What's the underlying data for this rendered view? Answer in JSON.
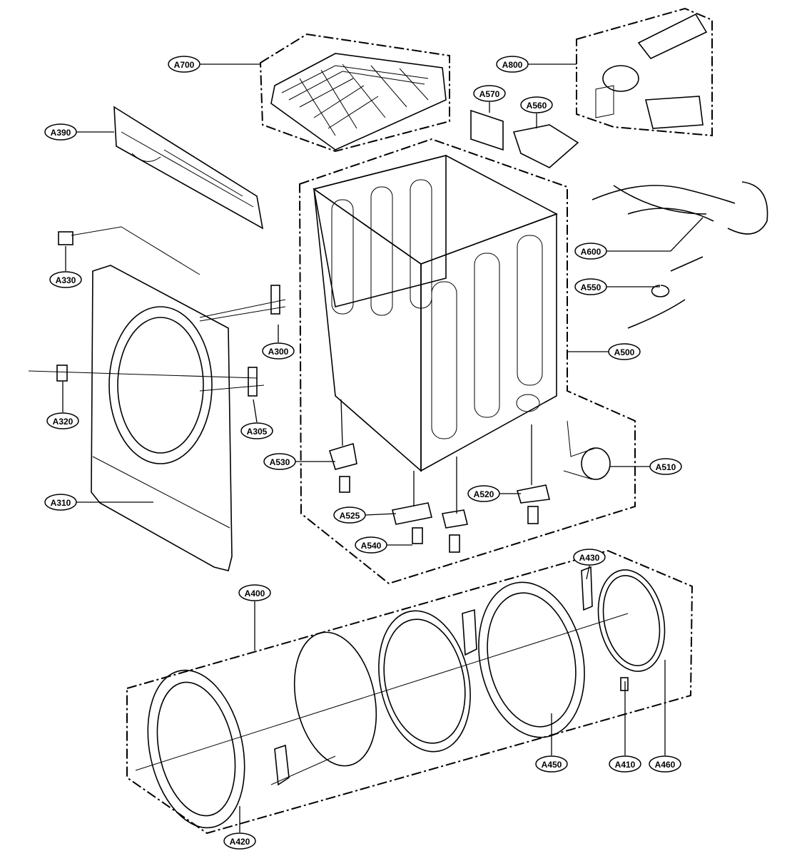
{
  "labels": [
    "A700",
    "A390",
    "A330",
    "A300",
    "A320",
    "A305",
    "A310",
    "A570",
    "A560",
    "A800",
    "A600",
    "A550",
    "A500",
    "A510",
    "A530",
    "A520",
    "A525",
    "A540",
    "A430",
    "A400",
    "A450",
    "A410",
    "A460",
    "A420"
  ]
}
